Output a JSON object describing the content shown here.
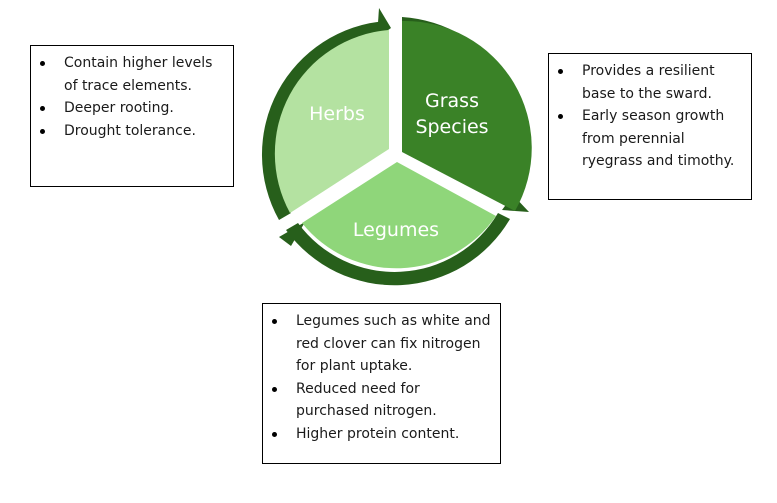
{
  "colors": {
    "herbs": "#b4e2a1",
    "grass": "#3a8227",
    "legumes": "#8fd67a",
    "arrow": "#275f1b",
    "label": "#ffffff"
  },
  "segments": {
    "herbs": "Herbs",
    "grass": [
      "Grass",
      "Species"
    ],
    "legumes": "Legumes"
  },
  "boxes": {
    "herbs": [
      "Contain higher levels of trace elements.",
      "Deeper rooting.",
      "Drought tolerance."
    ],
    "grass": [
      "Provides a resilient base to the sward.",
      "Early season growth from perennial ryegrass and timothy."
    ],
    "legumes": [
      "Legumes such as white and red clover can fix nitrogen for plant uptake.",
      "Reduced need for purchased nitrogen.",
      "Higher protein content."
    ]
  }
}
